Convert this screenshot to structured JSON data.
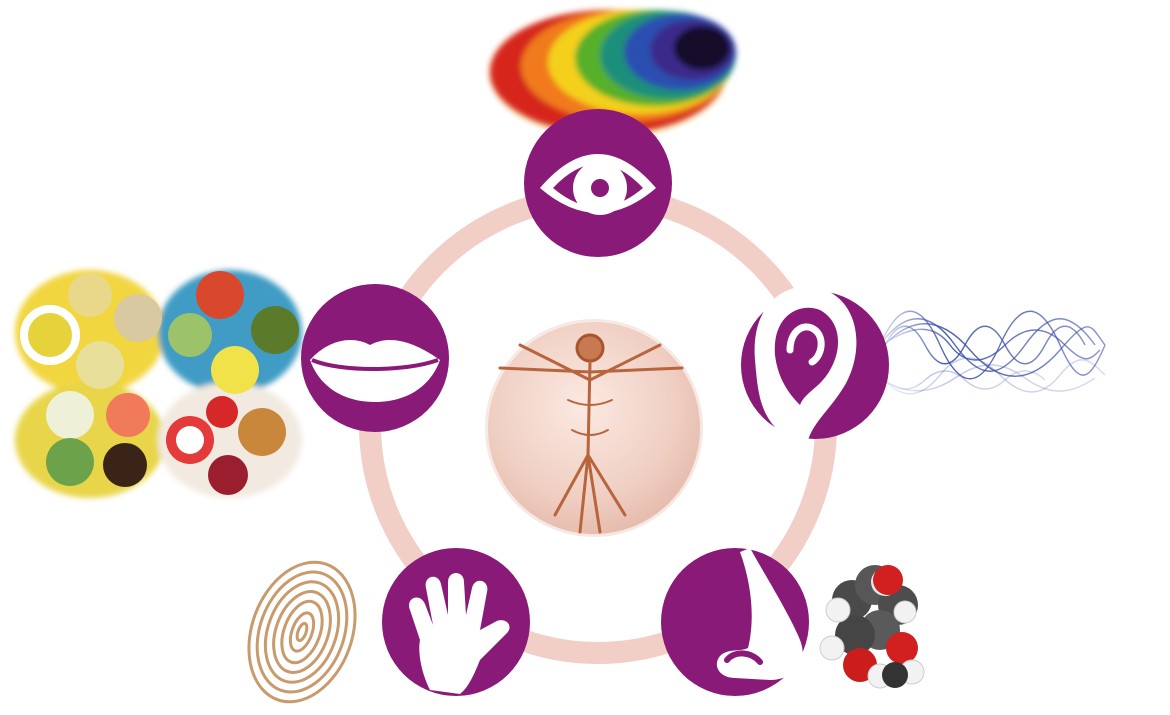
{
  "colors": {
    "sense_purple": "#8a1a78",
    "ring_pink": "#f2cfc6",
    "center_fill": "#f3d6cc",
    "sketch_brown": "#b8643c",
    "fingerprint": "#c89a6c",
    "wave_blue": "#3b4fa8"
  },
  "diagram": {
    "center": {
      "name": "vitruvian-man",
      "icon": "vitruvian-man-icon"
    },
    "senses": [
      {
        "name": "sight",
        "icon": "eye-icon",
        "stimulus": "color-spectrum-image"
      },
      {
        "name": "hearing",
        "icon": "ear-icon",
        "stimulus": "sound-wave-image"
      },
      {
        "name": "smell",
        "icon": "nose-icon",
        "stimulus": "molecule-model-image"
      },
      {
        "name": "touch",
        "icon": "hand-icon",
        "stimulus": "fingerprint-image"
      },
      {
        "name": "taste",
        "icon": "lips-icon",
        "stimulus": "food-bowls-image"
      }
    ]
  }
}
